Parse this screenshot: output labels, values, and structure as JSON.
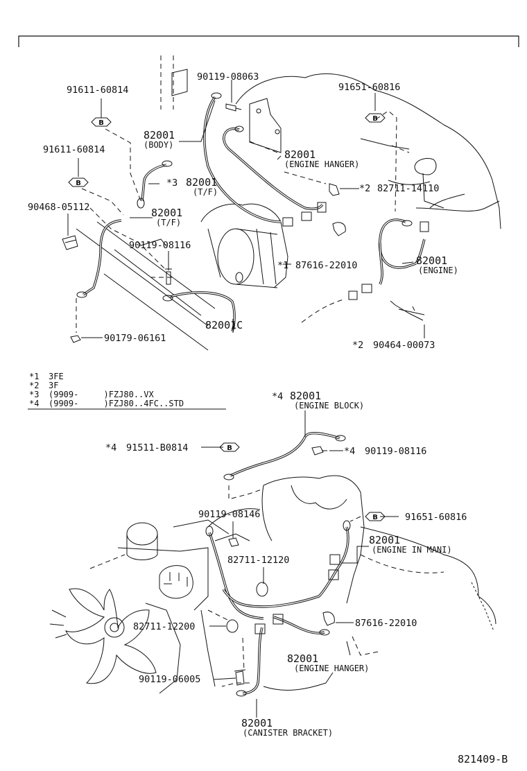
{
  "diagram_id": "821409-B",
  "upper": {
    "parts": {
      "p91611_a": "91611-60814",
      "p91611_b": "91611-60814",
      "p90119_08063": "90119-08063",
      "p91651_a": "91651-60816",
      "p82001_body": "82001",
      "p82001_body_sub": "(BODY)",
      "p82001_hanger": "82001",
      "p82001_hanger_sub": "(ENGINE HANGER)",
      "p82001_tf3": "82001",
      "p82001_tf3_note": "*3",
      "p82001_tf3_sub": "(T/F)",
      "p82711_14110": "82711-14110",
      "p82711_14110_note": "*2",
      "p90468": "90468-05112",
      "p82001_tf": "82001",
      "p82001_tf_sub": "(T/F)",
      "p90119_08116": "90119-08116",
      "p87616_a": "87616-22010",
      "p87616_a_note": "*1",
      "p82001_engine": "82001",
      "p82001_engine_sub": "(ENGINE)",
      "p82001c": "82001C",
      "p90179": "90179-06161",
      "p90464": "90464-00073",
      "p90464_note": "*2"
    }
  },
  "legend": [
    {
      "key": "*1",
      "text": "3FE"
    },
    {
      "key": "*2",
      "text": "3F"
    },
    {
      "key": "*3",
      "text": "(9909-     )FZJ80..VX"
    },
    {
      "key": "*4",
      "text": "(9909-     )FZJ80..4FC..STD"
    }
  ],
  "lower": {
    "parts": {
      "p82001_block": "82001",
      "p82001_block_note": "*4",
      "p82001_block_sub": "(ENGINE BLOCK)",
      "p91511": "91511-B0814",
      "p91511_note": "*4",
      "p90119_08116b": "90119-08116",
      "p90119_08116b_note": "*4",
      "p90119_08146": "90119-08146",
      "p91651_b": "91651-60816",
      "p82001_mani": "82001",
      "p82001_mani_sub": "(ENGINE IN MANI)",
      "p82711_12120": "82711-12120",
      "p82711_12200": "82711-12200",
      "p87616_b": "87616-22010",
      "p82001_hanger2": "82001",
      "p82001_hanger2_sub": "(ENGINE HANGER)",
      "p90119_06005": "90119-06005",
      "p82001_canister": "82001",
      "p82001_canister_sub": "(CANISTER BRACKET)"
    }
  },
  "bolt_marker": "B"
}
